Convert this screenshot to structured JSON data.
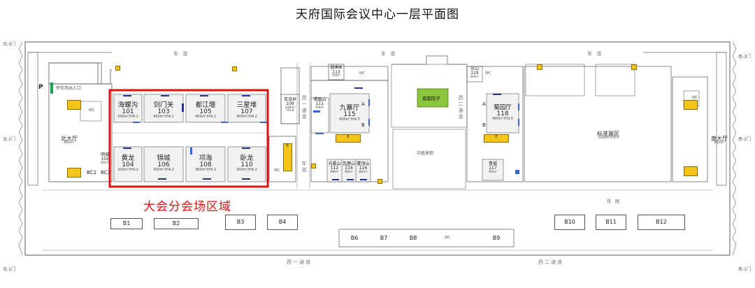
{
  "title": "天府国际会议中心一层平面图",
  "zone_label": "大会分会场区域",
  "gates": {
    "north3_left": "北-3门",
    "south3_right": "南-3门",
    "north2_left": "北-2门",
    "south2_right": "南-2门",
    "north1_left": "北-1门",
    "south1_right": "南-1门"
  },
  "roads": {
    "north_left": "车 道",
    "north_mid": "车 道",
    "north_right": "车 道",
    "south_left": "西一通道",
    "south_right": "西二通道",
    "west1": "西一通道",
    "west_lane": "车道",
    "west2": "西二通道"
  },
  "parking_entry": "停车场出入口",
  "north_hall": {
    "name": "北大厅",
    "size": "600m²"
  },
  "south_hall": {
    "name": "南大厅",
    "size": "600m²"
  },
  "exhibit": {
    "name": "标准展区",
    "size": "3300m²/H4.3"
  },
  "courtyard": "中庭景观",
  "chengdu_yard": "成都院子",
  "garden": "花 园",
  "rooms": [
    {
      "name": "海螺沟",
      "no": "101",
      "size": "240m²/H4.2"
    },
    {
      "name": "剑门关",
      "no": "103",
      "size": "400m²/H4.2"
    },
    {
      "name": "都江堰",
      "no": "105",
      "size": "400m²/H4.2"
    },
    {
      "name": "三星堆",
      "no": "107",
      "size": "400m²/H4.2"
    },
    {
      "name": "黄龙",
      "no": "104",
      "size": "200m²/H4.2"
    },
    {
      "name": "锦城",
      "no": "106",
      "size": "300m²/H4.2"
    },
    {
      "name": "邛海",
      "no": "108",
      "size": "360m²/H4.2"
    },
    {
      "name": "卧龙",
      "no": "110",
      "size": "300m²/H4.2"
    }
  ],
  "small_rooms": [
    {
      "name": "明城",
      "no": "102",
      "size": "60m²"
    },
    {
      "name": "百流井",
      "no": "109",
      "size": "140m²",
      "extra": "H3.8"
    },
    {
      "name": "碧峰峡",
      "no": "113",
      "size": "50m²"
    },
    {
      "name": "峨眉山",
      "no": "111",
      "size": "90m²"
    },
    {
      "name": "九寨厅",
      "no": "115",
      "size": "600m²/H4.5"
    },
    {
      "name": "光雾山",
      "no": "112",
      "size": "90m²"
    },
    {
      "name": "瓦屋山",
      "no": "114",
      "size": "90m²"
    },
    {
      "name": "蒙顶山",
      "no": "116",
      "size": "80m²"
    },
    {
      "name": "乐山",
      "no": "119",
      "size": "60m²"
    },
    {
      "name": "蜀园厅",
      "no": "118",
      "size": "400m²/H3.5"
    },
    {
      "name": "青城",
      "no": "117",
      "size": "90m²"
    }
  ],
  "bc_labels": [
    "BC2",
    "BC1"
  ],
  "blocks": [
    "B1",
    "B2",
    "B3",
    "B4",
    "B6",
    "B7",
    "B8",
    "B9",
    "B10",
    "B11",
    "B12"
  ],
  "letters": {
    "a": "A",
    "b": "B",
    "e": "E",
    "e2": "E"
  },
  "wc": "WC",
  "zone_color": "#e01010",
  "green_color": "#8cc63f"
}
